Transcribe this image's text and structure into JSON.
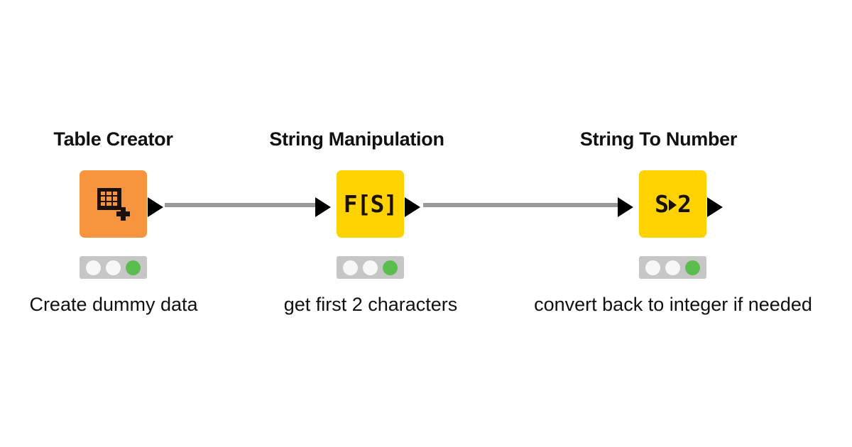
{
  "canvas": {
    "background_color": "#ffffff",
    "connector_color": "#999999",
    "port_color": "#000000"
  },
  "workflow": {
    "nodes": [
      {
        "title": "Table Creator",
        "caption": "Create dummy data",
        "icon": "table-grid-plus-icon",
        "glyph": "",
        "body_color": "#f8943d",
        "status": [
          "off",
          "off",
          "on"
        ],
        "status_colors": {
          "off": "#f7f7f7",
          "on": "#5cbd4f"
        },
        "has_input_port": false,
        "has_output_port": true
      },
      {
        "title": "String Manipulation",
        "caption": "get first 2 characters",
        "icon": "string-function-icon",
        "glyph": "F[S]",
        "body_color": "#ffd200",
        "status": [
          "off",
          "off",
          "on"
        ],
        "status_colors": {
          "off": "#f7f7f7",
          "on": "#5cbd4f"
        },
        "has_input_port": true,
        "has_output_port": true
      },
      {
        "title": "String To Number",
        "caption": "convert back to integer if needed",
        "icon": "string-to-number-icon",
        "glyph_left": "S",
        "glyph_right": "2",
        "glyph": "S▶2",
        "body_color": "#ffd200",
        "status": [
          "off",
          "off",
          "on"
        ],
        "status_colors": {
          "off": "#f7f7f7",
          "on": "#5cbd4f"
        },
        "has_input_port": true,
        "has_output_port": true
      }
    ]
  }
}
